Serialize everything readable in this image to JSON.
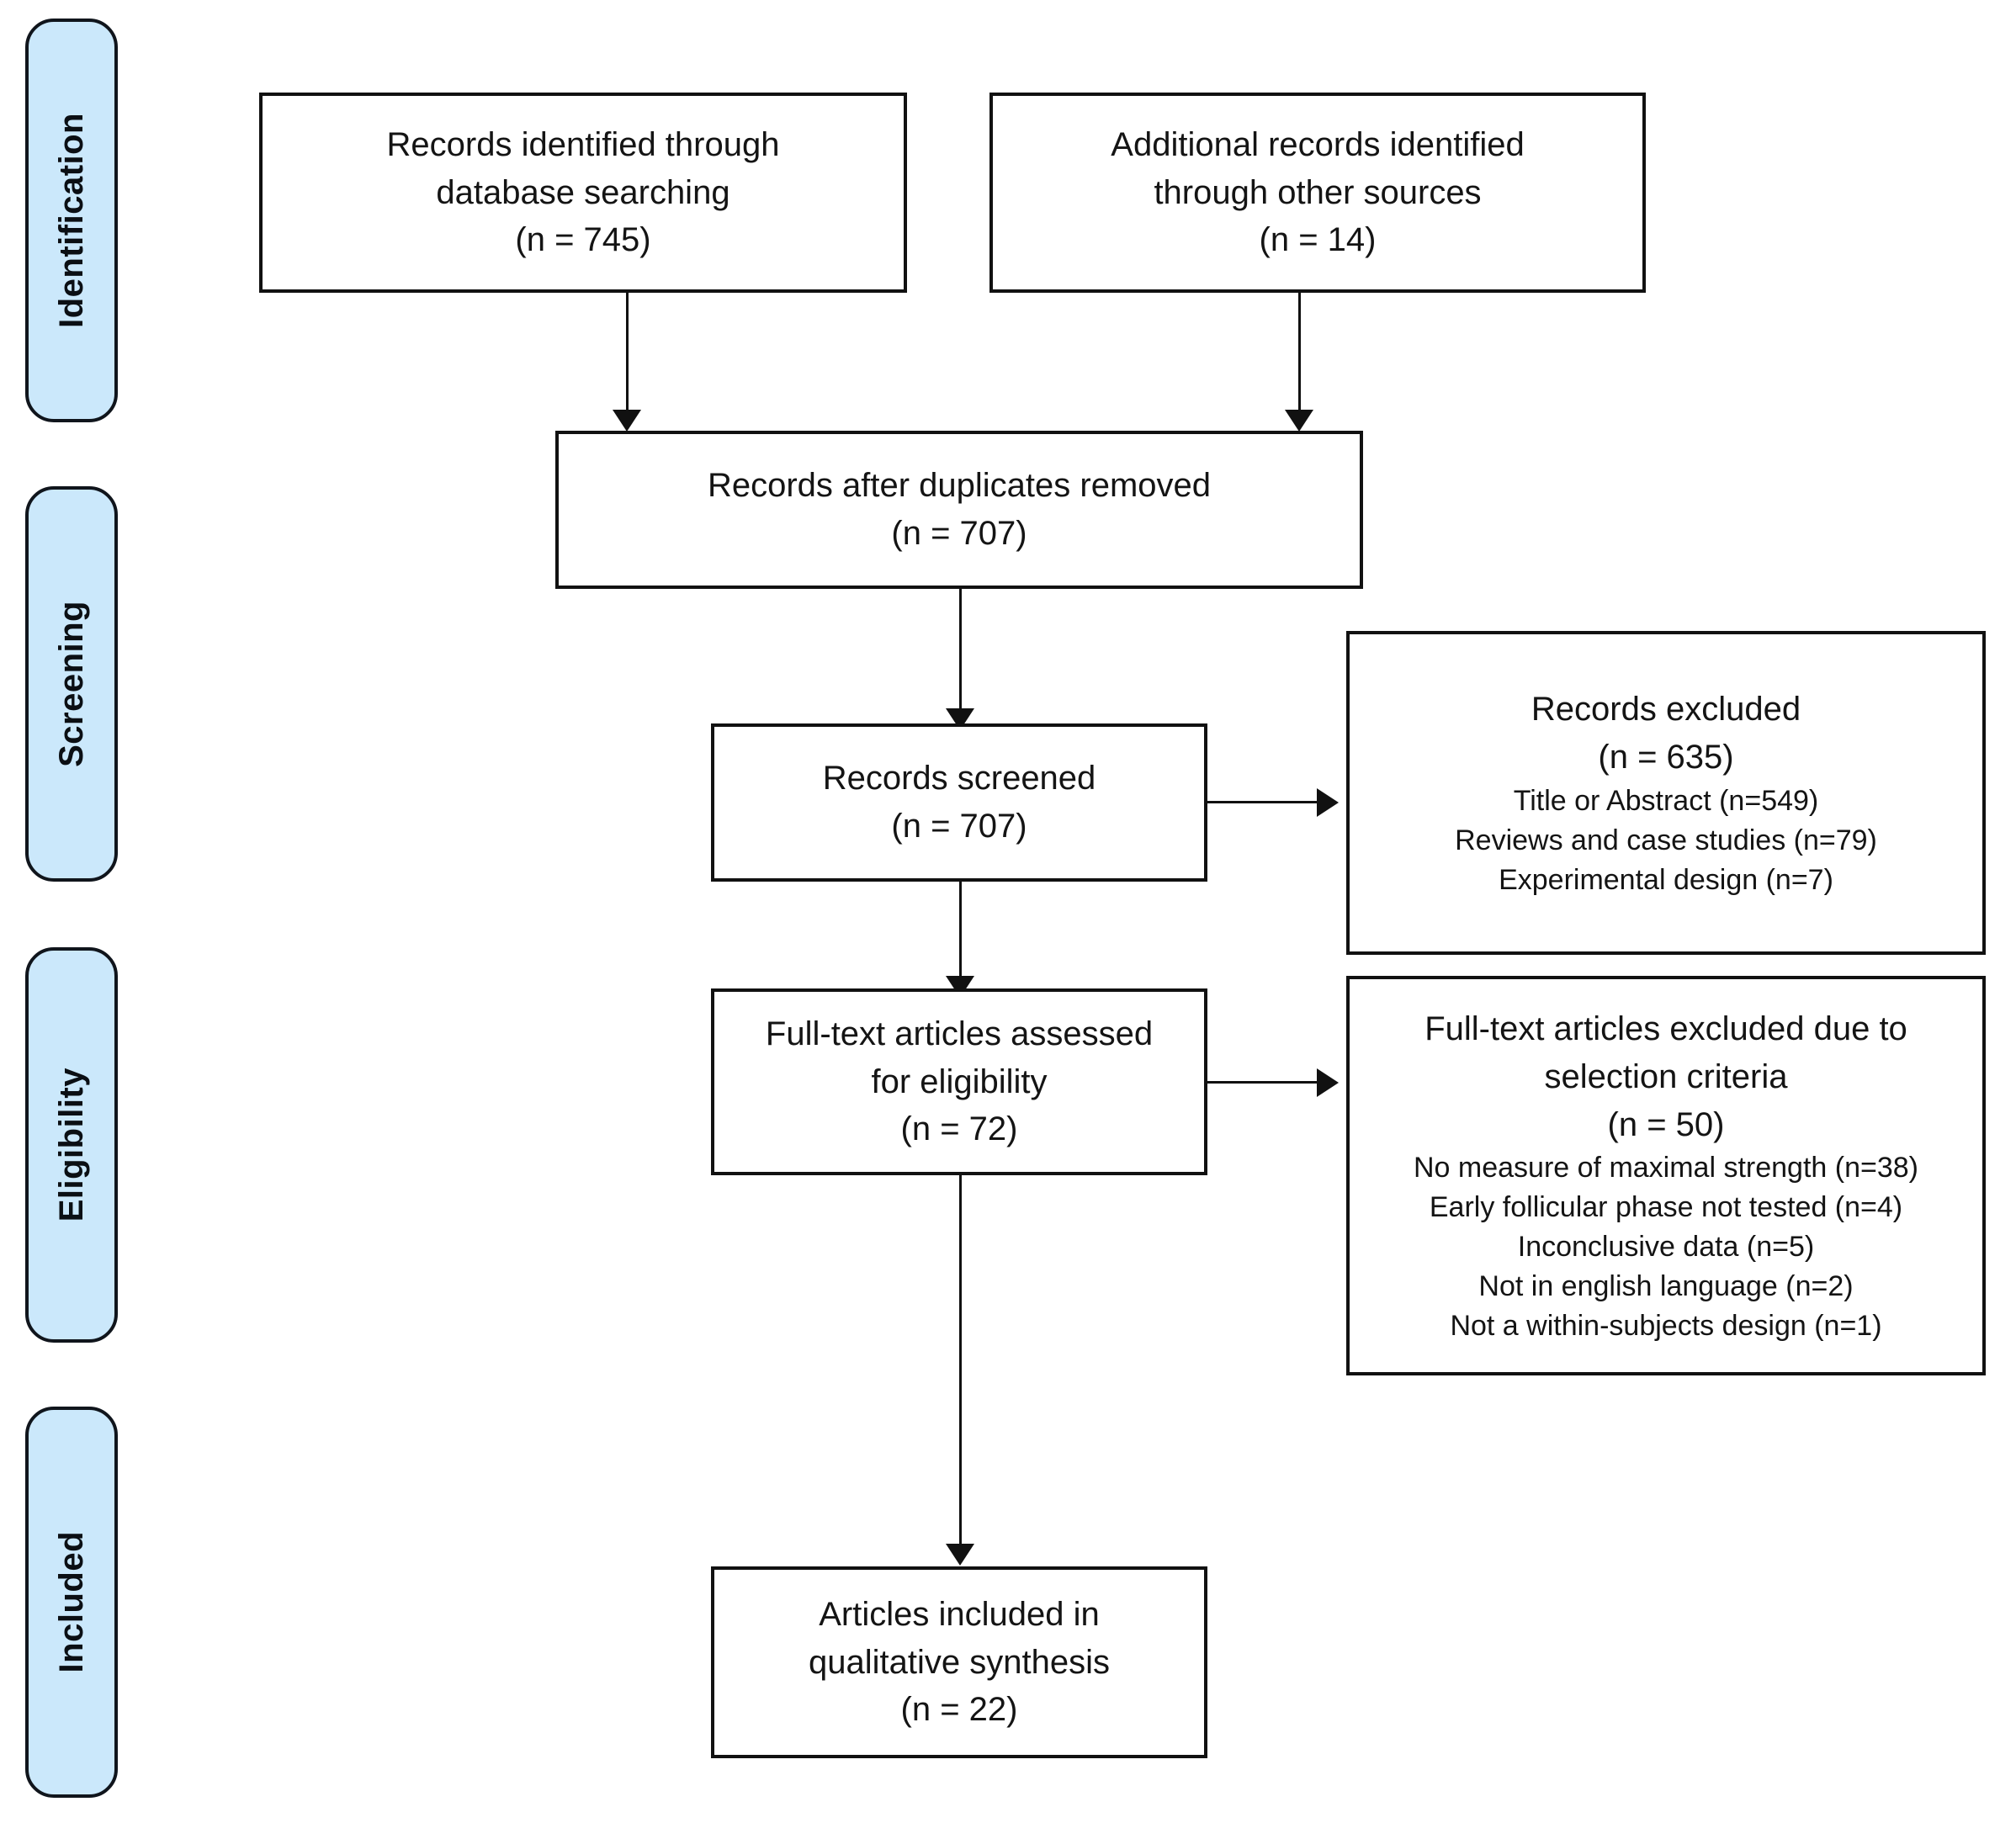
{
  "diagram": {
    "type": "prisma-flow-diagram",
    "accent_color": "#cbe8fb",
    "border_color": "#111111",
    "stages": [
      {
        "label": "Identification"
      },
      {
        "label": "Screening"
      },
      {
        "label": "Eligibility"
      },
      {
        "label": "Included"
      }
    ],
    "boxes": {
      "database_records": {
        "lines": [
          "Records identified through",
          "database searching",
          "(n = 745)"
        ]
      },
      "other_source_records": {
        "lines": [
          "Additional records identified",
          "through other sources",
          "(n = 14)"
        ]
      },
      "after_duplicates": {
        "lines": [
          "Records after duplicates removed",
          "(n = 707)"
        ]
      },
      "records_screened": {
        "lines": [
          "Records screened",
          "(n = 707)"
        ]
      },
      "records_excluded": {
        "lines": [
          "Records excluded",
          "(n = 635)"
        ],
        "reasons": [
          "Title or Abstract (n=549)",
          "Reviews and case studies (n=79)",
          "Experimental design (n=7)"
        ]
      },
      "fulltext_assessed": {
        "lines": [
          "Full-text articles assessed",
          "for eligibility",
          "(n = 72)"
        ]
      },
      "fulltext_excluded": {
        "lines": [
          "Full-text articles excluded due to",
          "selection criteria",
          "(n = 50)"
        ],
        "reasons": [
          "No measure of maximal strength (n=38)",
          "Early follicular phase not tested  (n=4)",
          "Inconclusive data (n=5)",
          "Not in english language (n=2)",
          "Not a within-subjects design (n=1)"
        ]
      },
      "included_articles": {
        "lines": [
          "Articles included in",
          "qualitative synthesis",
          "(n = 22)"
        ]
      }
    }
  }
}
